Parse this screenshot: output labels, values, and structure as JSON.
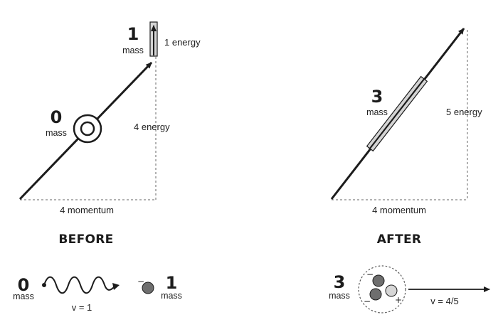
{
  "before": {
    "heading": "BEFORE",
    "particle_mass_value": "1",
    "particle_mass_word": "mass",
    "particle_energy": "1 energy",
    "photon_mass_value": "0",
    "photon_mass_word": "mass",
    "photon_energy": "4 energy",
    "momentum": "4 momentum",
    "bottom_photon_mass_value": "0",
    "bottom_photon_mass_word": "mass",
    "photon_velocity": "v = 1",
    "bottom_particle_sign": "−",
    "bottom_particle_mass_value": "1",
    "bottom_particle_mass_word": "mass"
  },
  "after": {
    "heading": "AFTER",
    "mass_value": "3",
    "mass_word": "mass",
    "energy": "5 energy",
    "momentum": "4 momentum",
    "bottom_mass_value": "3",
    "bottom_mass_word": "mass",
    "velocity": "v = 4/5",
    "minus_sign_top": "−",
    "minus_sign_bottom": "−",
    "plus_sign": "+"
  },
  "colors": {
    "ink": "#1c1c1c",
    "dashed": "#666666",
    "bar_fill": "#d4d4d4",
    "ball_dark": "#6e6e6e",
    "ball_light": "#d6d6d6"
  }
}
